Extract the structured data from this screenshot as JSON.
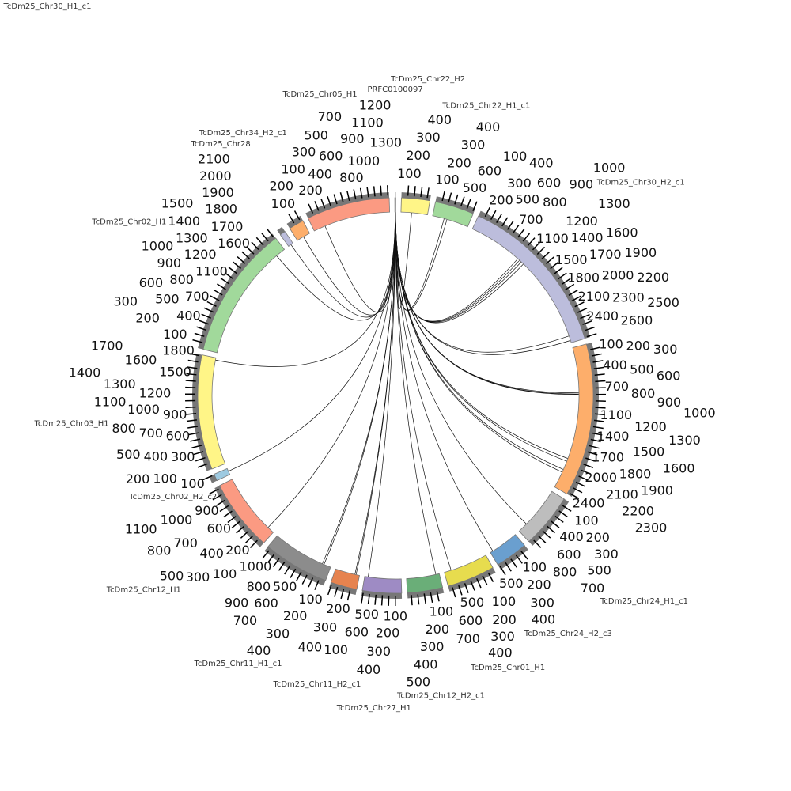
{
  "chart_data": {
    "type": "chord",
    "title": "",
    "tick_interval": 100,
    "segments": [
      {
        "name": "PRFC0100097",
        "length": 15,
        "color": "#ffffff"
      },
      {
        "name": "TcDm25_Chr22_H2",
        "length": 450,
        "color": "#fff587"
      },
      {
        "name": "TcDm25_Chr22_H1_c1",
        "length": 620,
        "color": "#a1d99b"
      },
      {
        "name": "TcDm25_Chr30_H2_c1",
        "length": 2620,
        "color": "#bcbddc"
      },
      {
        "name": "TcDm25_Chr30_H1_c1",
        "length": 2430,
        "color": "#fdae6b"
      },
      {
        "name": "TcDm25_Chr24_H1_c1",
        "length": 870,
        "color": "#bdbdbd"
      },
      {
        "name": "TcDm25_Chr24_H2_c3",
        "length": 520,
        "color": "#6a9fcf"
      },
      {
        "name": "TcDm25_Chr01_H1",
        "length": 760,
        "color": "#e7dc4e"
      },
      {
        "name": "TcDm25_Chr12_H2_c1",
        "length": 560,
        "color": "#6aae78"
      },
      {
        "name": "TcDm25_Chr27_H1",
        "length": 620,
        "color": "#9e8bc4"
      },
      {
        "name": "TcDm25_Chr11_H2_c1",
        "length": 420,
        "color": "#e6834f"
      },
      {
        "name": "TcDm25_Chr11_H1_c1",
        "length": 1050,
        "color": "#8c8c8c"
      },
      {
        "name": "TcDm25_Chr12_H1",
        "length": 1140,
        "color": "#fb9a82"
      },
      {
        "name": "TcDm25_Chr02_H2_c2",
        "length": 110,
        "color": "#9ecae1"
      },
      {
        "name": "TcDm25_Chr03_H1",
        "length": 1820,
        "color": "#fff587"
      },
      {
        "name": "TcDm25_Chr02_H1",
        "length": 2120,
        "color": "#a1d99b"
      },
      {
        "name": "TcDm25_Chr28",
        "length": 90,
        "color": "#bcbddc"
      },
      {
        "name": "TcDm25_Chr34_H2_c1",
        "length": 240,
        "color": "#fdae6b"
      },
      {
        "name": "TcDm25_Chr05_H1",
        "length": 1320,
        "color": "#fb9a82"
      }
    ],
    "links": [
      {
        "source": [
          0,
          5
        ],
        "target": [
          18,
          200
        ]
      },
      {
        "source": [
          0,
          5
        ],
        "target": [
          17,
          120
        ]
      },
      {
        "source": [
          0,
          5
        ],
        "target": [
          16,
          50
        ]
      },
      {
        "source": [
          0,
          6
        ],
        "target": [
          15,
          1950
        ]
      },
      {
        "source": [
          0,
          6
        ],
        "target": [
          14,
          1780
        ]
      },
      {
        "source": [
          0,
          6
        ],
        "target": [
          13,
          60
        ]
      },
      {
        "source": [
          0,
          7
        ],
        "target": [
          12,
          120
        ]
      },
      {
        "source": [
          0,
          7
        ],
        "target": [
          11,
          150
        ]
      },
      {
        "source": [
          0,
          7
        ],
        "target": [
          11,
          120
        ]
      },
      {
        "source": [
          0,
          8
        ],
        "target": [
          10,
          80
        ]
      },
      {
        "source": [
          0,
          8
        ],
        "target": [
          10,
          60
        ]
      },
      {
        "source": [
          0,
          8
        ],
        "target": [
          9,
          560
        ]
      },
      {
        "source": [
          0,
          8
        ],
        "target": [
          8,
          60
        ]
      },
      {
        "source": [
          0,
          9
        ],
        "target": [
          7,
          640
        ]
      },
      {
        "source": [
          0,
          9
        ],
        "target": [
          6,
          470
        ]
      },
      {
        "source": [
          0,
          9
        ],
        "target": [
          5,
          700
        ]
      },
      {
        "source": [
          0,
          10
        ],
        "target": [
          4,
          2150
        ]
      },
      {
        "source": [
          0,
          10
        ],
        "target": [
          4,
          2100
        ]
      },
      {
        "source": [
          0,
          10
        ],
        "target": [
          4,
          1950
        ]
      },
      {
        "source": [
          0,
          10
        ],
        "target": [
          4,
          1900
        ]
      },
      {
        "source": [
          0,
          11
        ],
        "target": [
          4,
          800
        ]
      },
      {
        "source": [
          0,
          11
        ],
        "target": [
          4,
          790
        ]
      },
      {
        "source": [
          0,
          11
        ],
        "target": [
          4,
          770
        ]
      },
      {
        "source": [
          0,
          11
        ],
        "target": [
          3,
          2580
        ]
      },
      {
        "source": [
          0,
          11
        ],
        "target": [
          3,
          2500
        ]
      },
      {
        "source": [
          0,
          12
        ],
        "target": [
          3,
          1050
        ]
      },
      {
        "source": [
          0,
          12
        ],
        "target": [
          3,
          1000
        ]
      },
      {
        "source": [
          0,
          12
        ],
        "target": [
          3,
          960
        ]
      },
      {
        "source": [
          0,
          12
        ],
        "target": [
          3,
          920
        ]
      },
      {
        "source": [
          0,
          13
        ],
        "target": [
          2,
          250
        ]
      },
      {
        "source": [
          0,
          13
        ],
        "target": [
          2,
          200
        ]
      },
      {
        "source": [
          0,
          13
        ],
        "target": [
          1,
          180
        ]
      }
    ]
  }
}
